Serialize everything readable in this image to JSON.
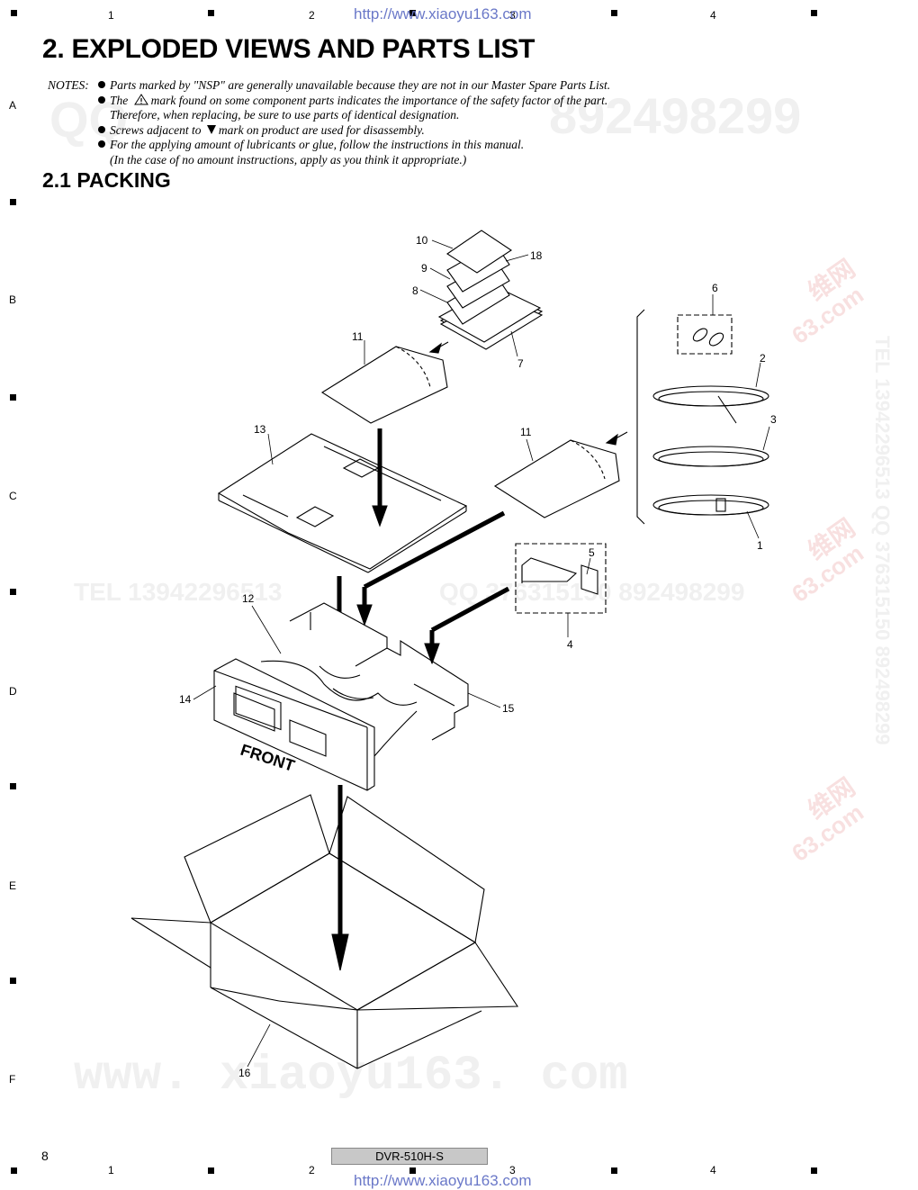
{
  "header": {
    "url": "http://www.xiaoyu163.com",
    "column_numbers": [
      "1",
      "2",
      "3",
      "4"
    ],
    "row_letters": [
      "A",
      "B",
      "C",
      "D",
      "E",
      "F"
    ]
  },
  "title": "2. EXPLODED VIEWS AND PARTS LIST",
  "notes": {
    "label": "NOTES:",
    "items": [
      "Parts marked by \"NSP\" are generally unavailable because they are not in our Master Spare Parts List.",
      "The",
      "mark found on some component parts indicates the importance of the safety factor of the part.",
      "Therefore, when replacing, be sure to use parts of identical designation.",
      "Screws adjacent to",
      "mark on product are used for disassembly.",
      "For the applying amount of lubricants or glue, follow the instructions in this manual.",
      "(In the case of no amount instructions, apply as you think it appropriate.)"
    ]
  },
  "section": "2.1  PACKING",
  "diagram": {
    "callouts": [
      "10",
      "18",
      "9",
      "8",
      "7",
      "6",
      "2",
      "3",
      "1",
      "11",
      "11",
      "13",
      "5",
      "4",
      "12",
      "14",
      "15",
      "16"
    ],
    "front_label": "FRONT"
  },
  "watermarks": {
    "qq_left": "QQ",
    "qq_right": "892498299",
    "tel_line": "TEL  13942296513",
    "qq_mid": "QQ  376315150  892498299",
    "side": "TEL 13942296513  QQ 376315150  892498299",
    "site": "www. xiaoyu163. com",
    "cn_site": "维网",
    "cn_com": "63.com"
  },
  "footer": {
    "page": "8",
    "model": "DVR-510H-S",
    "url": "http://www.xiaoyu163.com"
  }
}
